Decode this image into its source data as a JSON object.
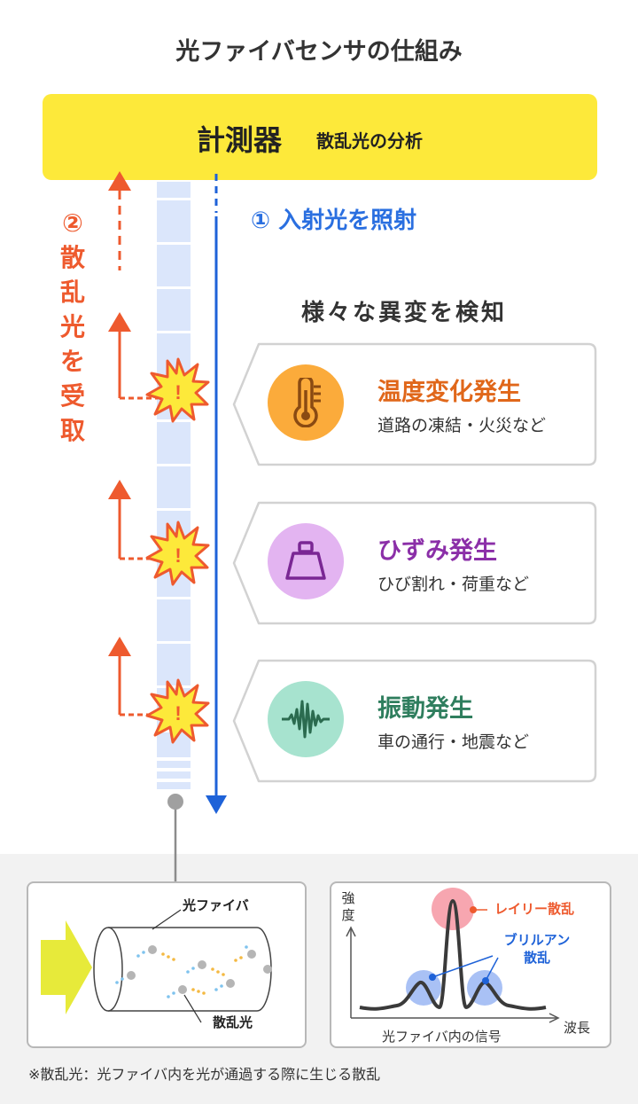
{
  "title": "光ファイバセンサの仕組み",
  "meter": {
    "name": "計測器",
    "sub": "散乱光の分析",
    "color": "#fde93a"
  },
  "incident": {
    "label": "① 入射光を照射",
    "color": "#2a6fe0"
  },
  "scatter": {
    "num": "②",
    "lines": [
      "散",
      "乱",
      "光",
      "を",
      "受",
      "取"
    ],
    "color": "#ee5a2e"
  },
  "detect": {
    "title": "様々な異変を検知"
  },
  "events": [
    {
      "title": "温度変化発生",
      "desc": "道路の凍結・火災など",
      "icon": "thermometer-icon",
      "title_color": "#e0671a",
      "circle_color": "#fbab3b"
    },
    {
      "title": "ひずみ発生",
      "desc": "ひび割れ・荷重など",
      "icon": "weight-icon",
      "title_color": "#8b2fa8",
      "circle_color": "#e3b4f1"
    },
    {
      "title": "振動発生",
      "desc": "車の通行・地震など",
      "icon": "vibration-wave-icon",
      "title_color": "#2f7e5e",
      "circle_color": "#a7e3cf"
    }
  ],
  "fiber_panel": {
    "fiber_label": "光ファイバ",
    "scatter_label": "散乱光"
  },
  "spectrum_panel": {
    "y_label": [
      "強",
      "度"
    ],
    "x_label": "波長",
    "caption": "光ファイバ内の信号",
    "rayleigh": "レイリー散乱",
    "brillouin": [
      "ブリルアン",
      "散乱"
    ],
    "rayleigh_color": "#ee5a2e",
    "brillouin_color": "#2a6fe0"
  },
  "note": "※散乱光：光ファイバ内を光が通過する際に生じる散乱"
}
